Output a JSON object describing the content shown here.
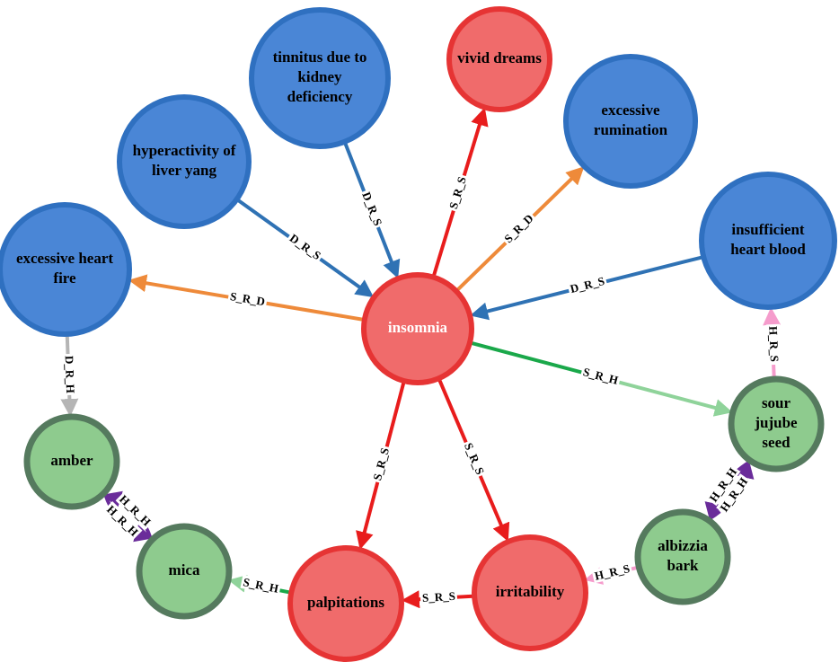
{
  "colors": {
    "symptom_fill": "#f06b6b",
    "symptom_stroke": "#e63434",
    "syndrome_fill": "#4a86d6",
    "syndrome_stroke": "#2f70c0",
    "herb_fill": "#8ecb8e",
    "herb_stroke": "#557a5e"
  },
  "nodes": [
    {
      "id": "insomnia",
      "lines": [
        "insomnia"
      ],
      "group": "symptom",
      "label_color": "#ffffff"
    },
    {
      "id": "vivid_dreams",
      "lines": [
        "vivid dreams"
      ],
      "group": "symptom"
    },
    {
      "id": "palpitations",
      "lines": [
        "palpitations"
      ],
      "group": "symptom"
    },
    {
      "id": "irritability",
      "lines": [
        "irritability"
      ],
      "group": "symptom"
    },
    {
      "id": "tinnitus",
      "lines": [
        "tinnitus due to",
        "kidney",
        "deficiency"
      ],
      "group": "syndrome"
    },
    {
      "id": "liver_yang",
      "lines": [
        "hyperactivity of",
        "liver yang"
      ],
      "group": "syndrome"
    },
    {
      "id": "rumination",
      "lines": [
        "excessive",
        "rumination"
      ],
      "group": "syndrome"
    },
    {
      "id": "heart_fire",
      "lines": [
        "excessive heart",
        "fire"
      ],
      "group": "syndrome"
    },
    {
      "id": "heart_blood",
      "lines": [
        "insufficient",
        "heart blood"
      ],
      "group": "syndrome"
    },
    {
      "id": "jujube",
      "lines": [
        "sour",
        "jujube",
        "seed"
      ],
      "group": "herb"
    },
    {
      "id": "amber",
      "lines": [
        "amber"
      ],
      "group": "herb"
    },
    {
      "id": "mica",
      "lines": [
        "mica"
      ],
      "group": "herb"
    },
    {
      "id": "albizzia",
      "lines": [
        "albizzia",
        "bark"
      ],
      "group": "herb"
    }
  ],
  "edges": [
    {
      "from": "insomnia",
      "to": "vivid_dreams",
      "label": "S_R_S",
      "color": "#e81c1c",
      "color2": "#e81c1c"
    },
    {
      "from": "insomnia",
      "to": "rumination",
      "label": "S_R_D",
      "color": "#ee8a3a",
      "color2": "#ee8a3a"
    },
    {
      "from": "tinnitus",
      "to": "insomnia",
      "label": "D_R_S",
      "color": "#2f72b4",
      "color2": "#2f72b4"
    },
    {
      "from": "liver_yang",
      "to": "insomnia",
      "label": "D_R_S",
      "color": "#2f72b4",
      "color2": "#2f72b4"
    },
    {
      "from": "heart_blood",
      "to": "insomnia",
      "label": "D_R_S",
      "color": "#2f72b4",
      "color2": "#2f72b4"
    },
    {
      "from": "insomnia",
      "to": "heart_fire",
      "label": "S_R_D",
      "color": "#ee8a3a",
      "color2": "#ee8a3a"
    },
    {
      "from": "insomnia",
      "to": "jujube",
      "label": "S_R_H",
      "color": "#1aa84a",
      "color2": "#8fd39a"
    },
    {
      "from": "insomnia",
      "to": "palpitations",
      "label": "S_R_S",
      "color": "#e81c1c",
      "color2": "#e81c1c"
    },
    {
      "from": "insomnia",
      "to": "irritability",
      "label": "S_R_S",
      "color": "#e81c1c",
      "color2": "#e81c1c"
    },
    {
      "from": "heart_fire",
      "to": "amber",
      "label": "D_R_H",
      "color": "#b5b5b5",
      "color2": "#b5b5b5"
    },
    {
      "from": "amber",
      "to": "mica",
      "label": "H_R_H",
      "color": "#6a2c9a",
      "color2": "#6a2c9a"
    },
    {
      "from": "mica",
      "to": "amber",
      "label": "H_R_H",
      "color": "#6a2c9a",
      "color2": "#6a2c9a"
    },
    {
      "from": "palpitations",
      "to": "mica",
      "label": "S_R_H",
      "color": "#1aa84a",
      "color2": "#8fd39a"
    },
    {
      "from": "irritability",
      "to": "palpitations",
      "label": "S_R_S",
      "color": "#e81c1c",
      "color2": "#e81c1c"
    },
    {
      "from": "albizzia",
      "to": "irritability",
      "label": "H_R_S",
      "color": "#f59ccc",
      "color2": "#f59ccc"
    },
    {
      "from": "jujube",
      "to": "heart_blood",
      "label": "H_R_S",
      "color": "#f59ccc",
      "color2": "#f59ccc",
      "dashed": true
    },
    {
      "from": "jujube",
      "to": "albizzia",
      "label": "H_R_H",
      "color": "#6a2c9a",
      "color2": "#6a2c9a"
    },
    {
      "from": "albizzia",
      "to": "jujube",
      "label": "H_R_H",
      "color": "#6a2c9a",
      "color2": "#6a2c9a",
      "dashed": true
    }
  ]
}
